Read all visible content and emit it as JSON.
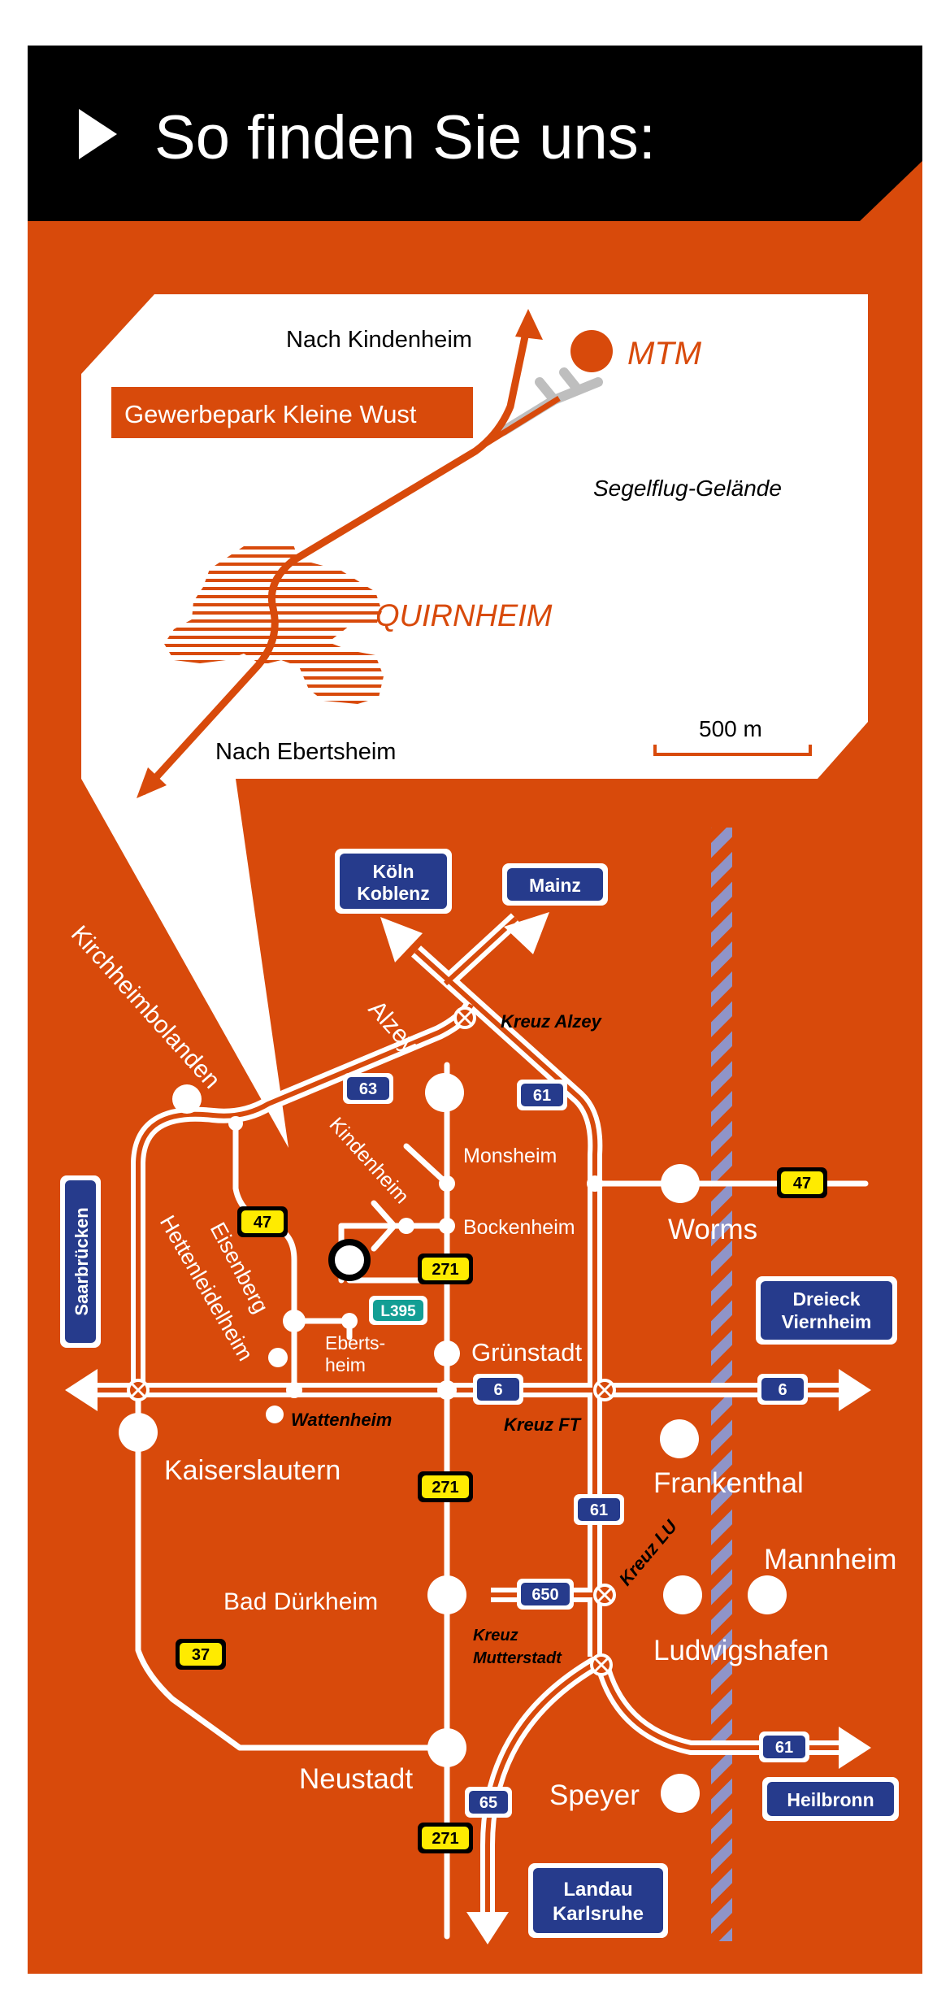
{
  "colors": {
    "accent": "#D84A0B",
    "header_bg": "#000000",
    "panel_bg": "#FFFFFF",
    "motorway_sign": "#263B8C",
    "federal_road_sign": "#FFEB00",
    "state_road_sign": "#139E94",
    "border_hatch": "#8F94C8",
    "detail_road": "#BEBEBE"
  },
  "header": {
    "title": "So finden Sie uns:",
    "icon": "play-triangle-icon"
  },
  "detail_map": {
    "destination": "MTM",
    "business_park": "Gewerbepark Kleine Wust",
    "to_north": "Nach Kindenheim",
    "to_south": "Nach Ebertsheim",
    "airfield": "Segelflug-Gelände",
    "town": "QUIRNHEIM",
    "scale": "500 m"
  },
  "overview_map": {
    "direction_signs": {
      "koeln_koblenz": [
        "Köln",
        "Koblenz"
      ],
      "mainz": "Mainz",
      "saarbruecken": "Saarbrücken",
      "dreieck_viernheim": [
        "Dreieck",
        "Viernheim"
      ],
      "heilbronn": "Heilbronn",
      "landau_karlsruhe": [
        "Landau",
        "Karlsruhe"
      ]
    },
    "places": {
      "alzey": "Alzey",
      "kirchheimbolanden": "Kirchheimbolanden",
      "kindenheim": "Kindenheim",
      "monsheim": "Monsheim",
      "bockenheim": "Bockenheim",
      "worms": "Worms",
      "eisenberg": "Eisenberg",
      "hettenleidelheim": "Hettenleidelheim",
      "ebertsheim": [
        "Eberts-",
        "heim"
      ],
      "gruenstadt": "Grünstadt",
      "wattenheim": "Wattenheim",
      "kaiserslautern": "Kaiserslautern",
      "frankenthal": "Frankenthal",
      "mannheim": "Mannheim",
      "bad_duerkheim": "Bad Dürkheim",
      "ludwigshafen": "Ludwigshafen",
      "neustadt": "Neustadt",
      "speyer": "Speyer"
    },
    "interchanges": {
      "alzey": "Kreuz Alzey",
      "ft": "Kreuz FT",
      "lu": "Kreuz LU",
      "mutterstadt": [
        "Kreuz",
        "Mutterstadt"
      ]
    },
    "route_numbers": {
      "a63": "63",
      "a61_north": "61",
      "a61_mid": "61",
      "a61_south": "61",
      "b47_west": "47",
      "b47_east": "47",
      "b271_north": "271",
      "b271_mid": "271",
      "b271_south": "271",
      "l395": "L395",
      "a6_mid": "6",
      "a6_east": "6",
      "a650": "650",
      "b37": "37",
      "a65": "65"
    }
  }
}
